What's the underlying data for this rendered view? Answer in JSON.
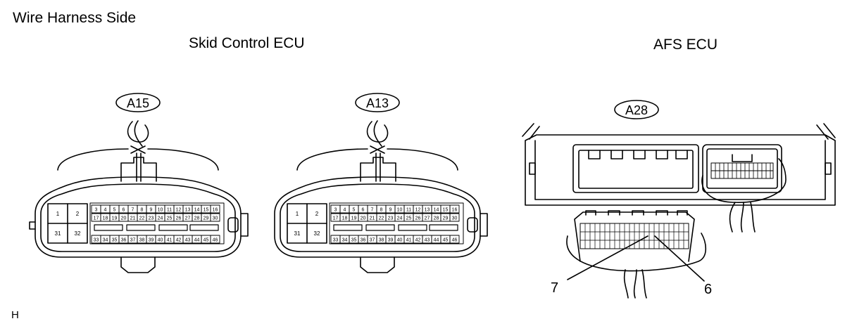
{
  "header": {
    "side_label": "Wire Harness Side",
    "left_group_title": "Skid Control ECU",
    "right_group_title": "AFS ECU",
    "corner_mark": "H"
  },
  "connectors": [
    {
      "code": "A15",
      "small_block": [
        "1",
        "2",
        "31",
        "32"
      ],
      "row1": [
        "3",
        "4",
        "5",
        "6",
        "7",
        "8",
        "9",
        "10",
        "11",
        "12",
        "13",
        "14",
        "15",
        "16"
      ],
      "row2": [
        "17",
        "18",
        "19",
        "20",
        "21",
        "22",
        "23",
        "24",
        "25",
        "26",
        "27",
        "28",
        "29",
        "30"
      ],
      "row3": [
        "33",
        "34",
        "35",
        "36",
        "37",
        "38",
        "39",
        "40",
        "41",
        "42",
        "43",
        "44",
        "45",
        "46"
      ]
    },
    {
      "code": "A13",
      "small_block": [
        "1",
        "2",
        "31",
        "32"
      ],
      "row1": [
        "3",
        "4",
        "5",
        "6",
        "7",
        "8",
        "9",
        "10",
        "11",
        "12",
        "13",
        "14",
        "15",
        "16"
      ],
      "row2": [
        "17",
        "18",
        "19",
        "20",
        "21",
        "22",
        "23",
        "24",
        "25",
        "26",
        "27",
        "28",
        "29",
        "30"
      ],
      "row3": [
        "33",
        "34",
        "35",
        "36",
        "37",
        "38",
        "39",
        "40",
        "41",
        "42",
        "43",
        "44",
        "45",
        "46"
      ]
    }
  ],
  "afs_connector": {
    "code": "A28",
    "pin_callouts": [
      "7",
      "6"
    ]
  }
}
